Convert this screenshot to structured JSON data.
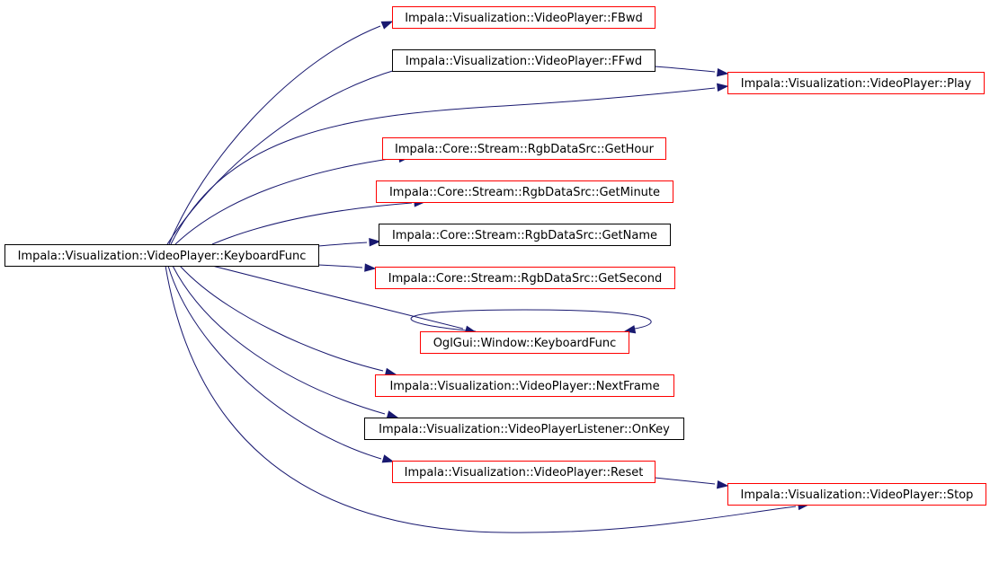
{
  "colors": {
    "edge": "#191970",
    "linked_border": "#ff0000",
    "plain_border": "#000000",
    "root_fill": "#bfbfbf"
  },
  "root": {
    "label": "Impala::Visualization::VideoPlayer::KeyboardFunc"
  },
  "nodes": [
    {
      "id": "fbwd",
      "label": "Impala::Visualization::VideoPlayer::FBwd",
      "border": "red"
    },
    {
      "id": "ffwd",
      "label": "Impala::Visualization::VideoPlayer::FFwd",
      "border": "black"
    },
    {
      "id": "play",
      "label": "Impala::Visualization::VideoPlayer::Play",
      "border": "red"
    },
    {
      "id": "gethour",
      "label": "Impala::Core::Stream::RgbDataSrc::GetHour",
      "border": "red"
    },
    {
      "id": "getminute",
      "label": "Impala::Core::Stream::RgbDataSrc::GetMinute",
      "border": "red"
    },
    {
      "id": "getname",
      "label": "Impala::Core::Stream::RgbDataSrc::GetName",
      "border": "black"
    },
    {
      "id": "getsecond",
      "label": "Impala::Core::Stream::RgbDataSrc::GetSecond",
      "border": "red"
    },
    {
      "id": "oglkeyboard",
      "label": "OglGui::Window::KeyboardFunc",
      "border": "red"
    },
    {
      "id": "nextframe",
      "label": "Impala::Visualization::VideoPlayer::NextFrame",
      "border": "red"
    },
    {
      "id": "onkey",
      "label": "Impala::Visualization::VideoPlayerListener::OnKey",
      "border": "black"
    },
    {
      "id": "reset",
      "label": "Impala::Visualization::VideoPlayer::Reset",
      "border": "red"
    },
    {
      "id": "stop",
      "label": "Impala::Visualization::VideoPlayer::Stop",
      "border": "red"
    }
  ],
  "edges": [
    {
      "from": "root",
      "to": "fbwd"
    },
    {
      "from": "root",
      "to": "ffwd"
    },
    {
      "from": "root",
      "to": "play"
    },
    {
      "from": "root",
      "to": "gethour"
    },
    {
      "from": "root",
      "to": "getminute"
    },
    {
      "from": "root",
      "to": "getname"
    },
    {
      "from": "root",
      "to": "getsecond"
    },
    {
      "from": "root",
      "to": "oglkeyboard"
    },
    {
      "from": "root",
      "to": "nextframe"
    },
    {
      "from": "root",
      "to": "onkey"
    },
    {
      "from": "root",
      "to": "reset"
    },
    {
      "from": "root",
      "to": "stop"
    },
    {
      "from": "ffwd",
      "to": "play"
    },
    {
      "from": "reset",
      "to": "stop"
    },
    {
      "from": "oglkeyboard",
      "to": "oglkeyboard"
    }
  ]
}
